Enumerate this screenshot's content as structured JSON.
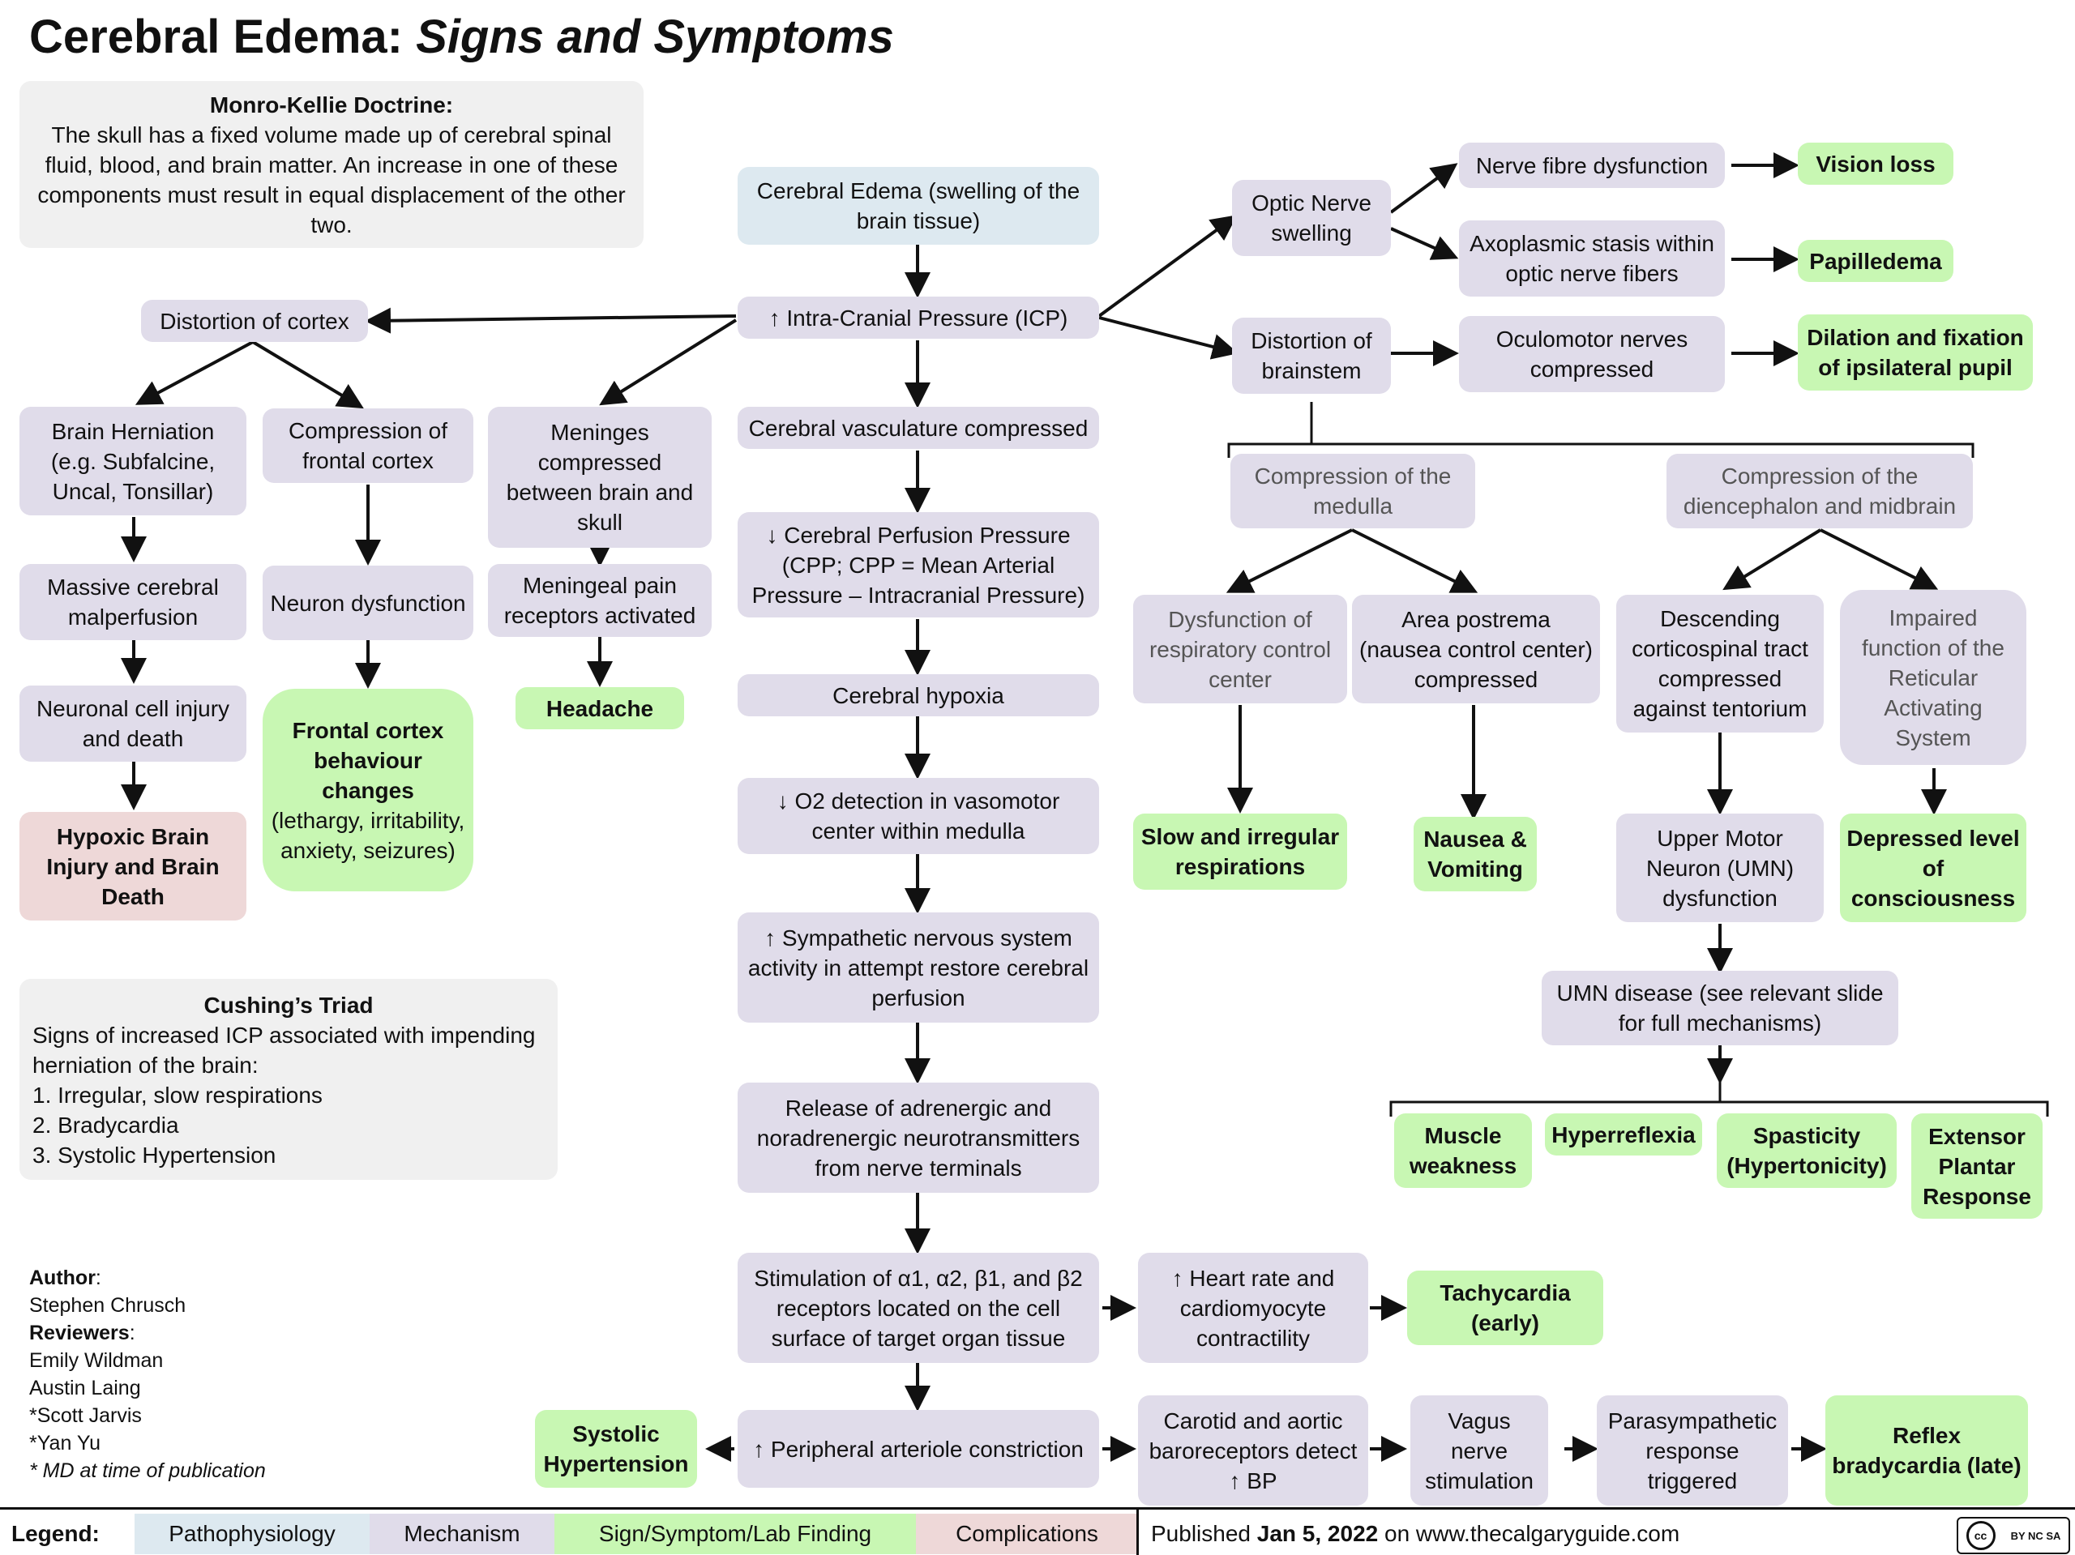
{
  "title": {
    "main": "Cerebral Edema:",
    "italic": "Signs and Symptoms"
  },
  "monro": {
    "heading": "Monro-Kellie Doctrine:",
    "text": "The skull has a fixed volume made up of cerebral spinal fluid, blood, and brain matter. An increase in one of these components must result in equal displacement of the other two."
  },
  "cushing": {
    "heading": "Cushing’s Triad",
    "lines": [
      "Signs of increased ICP associated with impending",
      "herniation of the brain:",
      "1. Irregular, slow respirations",
      "2. Bradycardia",
      "3. Systolic Hypertension"
    ]
  },
  "credits": {
    "author_label": "Author",
    "author": "Stephen Chrusch",
    "reviewers_label": "Reviewers",
    "reviewers": [
      "Emily Wildman",
      "Austin Laing",
      "*Scott Jarvis",
      "*Yan Yu"
    ],
    "note": "* MD at time of publication"
  },
  "center": {
    "edema": "Cerebral Edema (swelling of the brain tissue)",
    "icp": "↑ Intra-Cranial Pressure (ICP)",
    "vasc": "Cerebral vasculature compressed",
    "cpp": "↓ Cerebral Perfusion Pressure (CPP; CPP = Mean Arterial Pressure – Intracranial Pressure)",
    "hypoxia": "Cerebral hypoxia",
    "o2": "↓ O2 detection in vasomotor center within medulla",
    "sns": "↑ Sympathetic nervous system activity in attempt restore cerebral perfusion",
    "release": "Release of adrenergic and noradrenergic neurotransmitters from nerve terminals",
    "stim": "Stimulation of α1, α2, β1, and β2 receptors located on the cell surface of target organ tissue",
    "arteriole": "↑ Peripheral arteriole constriction",
    "systolic": "Systolic Hypertension"
  },
  "left": {
    "distortion": "Distortion of cortex",
    "herniation": "Brain Herniation (e.g. Subfalcine, Uncal, Tonsillar)",
    "malperfusion": "Massive cerebral malperfusion",
    "injury": "Neuronal cell injury and death",
    "hypoxic": "Hypoxic Brain Injury and Brain Death",
    "frontal": "Compression of frontal cortex",
    "neuron": "Neuron dysfunction",
    "fc_bold": "Frontal cortex behaviour changes",
    "fc_rest": "(lethargy, irritability, anxiety, seizures)",
    "meninges": "Meninges compressed between brain and skull",
    "pain": "Meningeal pain receptors activated",
    "headache": "Headache"
  },
  "right": {
    "optic": "Optic Nerve swelling",
    "nerve_fibre": "Nerve fibre dysfunction",
    "vision": "Vision loss",
    "axoplasmic": "Axoplasmic stasis within optic nerve fibers",
    "papilledema": "Papilledema",
    "brainstem": "Distortion of brainstem",
    "oculomotor": "Oculomotor nerves compressed",
    "pupil": "Dilation and fixation of ipsilateral pupil",
    "medulla": "Compression of the medulla",
    "dienceph": "Compression of the diencephalon and midbrain",
    "resp_ctr": "Dysfunction of respiratory control center",
    "postrema": "Area postrema (nausea control center) compressed",
    "desc": "Descending corticospinal tract compressed against tentorium",
    "ras": "Impaired function of the Reticular Activating System",
    "slow": "Slow and irregular respirations",
    "nausea": "Nausea & Vomiting",
    "umn": "Upper Motor Neuron (UMN) dysfunction",
    "depressed": "Depressed level of consciousness",
    "umn_disease": "UMN disease (see relevant slide for full mechanisms)",
    "muscle": "Muscle weakness",
    "hyperreflexia": "Hyperreflexia",
    "spasticity": "Spasticity (Hypertonicity)",
    "extensor": "Extensor Plantar Response",
    "hr": "↑ Heart rate and cardiomyocyte contractility",
    "tachy": "Tachycardia (early)",
    "baro": "Carotid and aortic baroreceptors detect ↑ BP",
    "vagus": "Vagus nerve stimulation",
    "parasym": "Parasympathetic response triggered",
    "brady": "Reflex bradycardia (late)"
  },
  "legend": {
    "label": "Legend:",
    "items": [
      "Pathophysiology",
      "Mechanism",
      "Sign/Symptom/Lab Finding",
      "Complications"
    ]
  },
  "footer": {
    "published_prefix": "Published ",
    "date": "Jan 5, 2022",
    "suffix": " on www.thecalgaryguide.com",
    "cc": "BY NC SA"
  },
  "colors": {
    "pathophysiology": "#dde9f0",
    "mechanism": "#e0dcea",
    "sign": "#c8f7b3",
    "complication": "#eed8d8",
    "info": "#f0f0f0"
  }
}
